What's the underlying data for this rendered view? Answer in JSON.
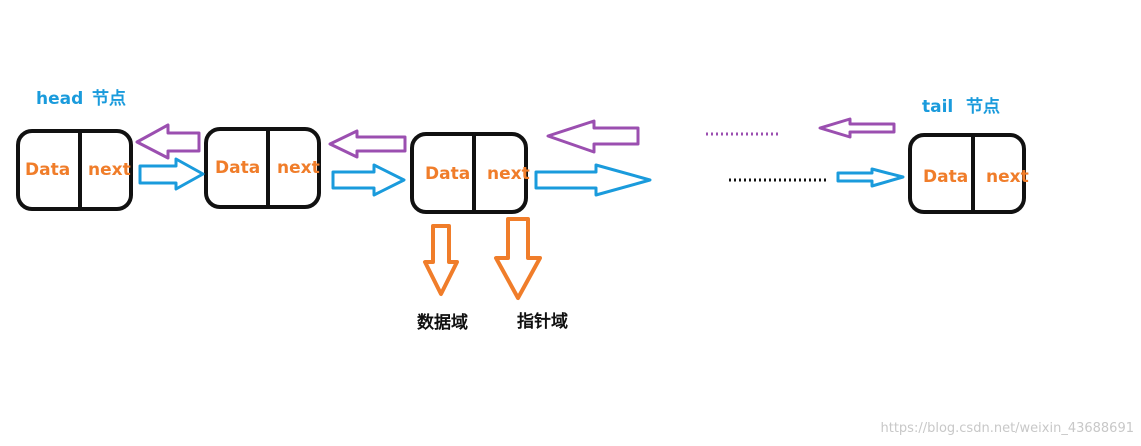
{
  "labels": {
    "head": "head",
    "head_suffix": "节点",
    "tail": "tail",
    "tail_suffix": "节点",
    "data_field": "数据域",
    "pointer_field": "指针域"
  },
  "node": {
    "data_label": "Data",
    "next_label": "next"
  },
  "watermark": "https://blog.csdn.net/weixin_43688691",
  "colors": {
    "node_border": "#111111",
    "text_orange": "#f07d2a",
    "forward_arrow": "#1a9bdc",
    "backward_arrow": "#9b4fb0",
    "field_arrow": "#f07d2a",
    "label_blue": "#1a9bdc"
  }
}
